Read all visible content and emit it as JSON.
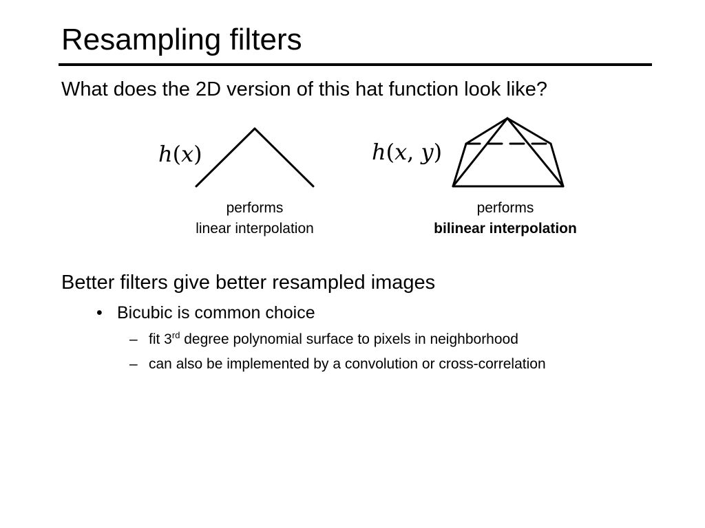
{
  "slide": {
    "title": "Resampling filters",
    "question": "What does the 2D version of this hat function look like?"
  },
  "figure_1d": {
    "function_name": "h",
    "arg_x": "x",
    "caption_line1": "performs",
    "caption_line2": "linear interpolation"
  },
  "figure_2d": {
    "function_name": "h",
    "arg_x": "x",
    "arg_y": "y",
    "caption_line1": "performs",
    "caption_line2": "bilinear interpolation"
  },
  "content": {
    "heading": "Better filters give better resampled images",
    "bullet_marker": "•",
    "bullet": "Bicubic is common choice",
    "dash_marker": "–",
    "sub1_prefix": "fit 3",
    "sub1_sup": "rd",
    "sub1_suffix": " degree polynomial surface to pixels in neighborhood",
    "sub2": "can also be implemented by a convolution or cross-correlation"
  }
}
